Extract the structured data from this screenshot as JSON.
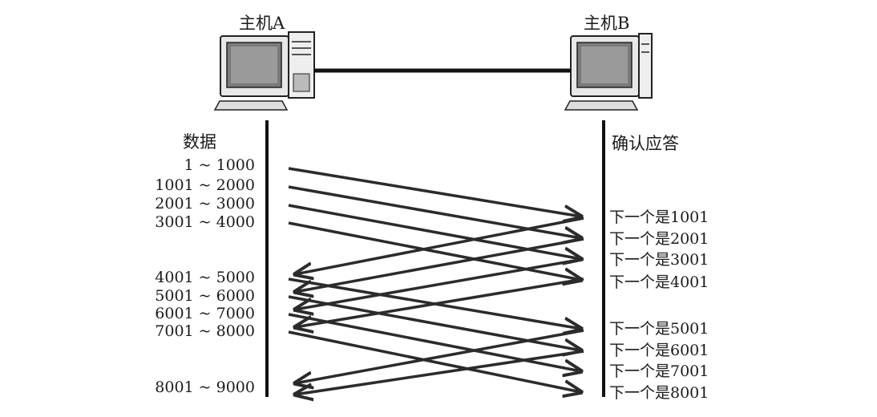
{
  "hosts": {
    "a": {
      "label": "主机A"
    },
    "b": {
      "label": "主机B"
    }
  },
  "columns": {
    "data_header": "数据",
    "ack_header": "确认应答"
  },
  "segments": [
    {
      "label": "1 ~ 1000"
    },
    {
      "label": "1001 ~ 2000"
    },
    {
      "label": "2001 ~ 3000"
    },
    {
      "label": "3001 ~ 4000"
    },
    {
      "label": "4001 ~ 5000"
    },
    {
      "label": "5001 ~ 6000"
    },
    {
      "label": "6001 ~ 7000"
    },
    {
      "label": "7001 ~ 8000"
    },
    {
      "label": "8001 ~ 9000"
    }
  ],
  "acks": [
    {
      "label": "下一个是1001"
    },
    {
      "label": "下一个是2001"
    },
    {
      "label": "下一个是3001"
    },
    {
      "label": "下一个是4001"
    },
    {
      "label": "下一个是5001"
    },
    {
      "label": "下一个是6001"
    },
    {
      "label": "下一个是7001"
    },
    {
      "label": "下一个是8001"
    }
  ],
  "colors": {
    "line": "#2b2b2b",
    "text": "#1a1a1a"
  }
}
